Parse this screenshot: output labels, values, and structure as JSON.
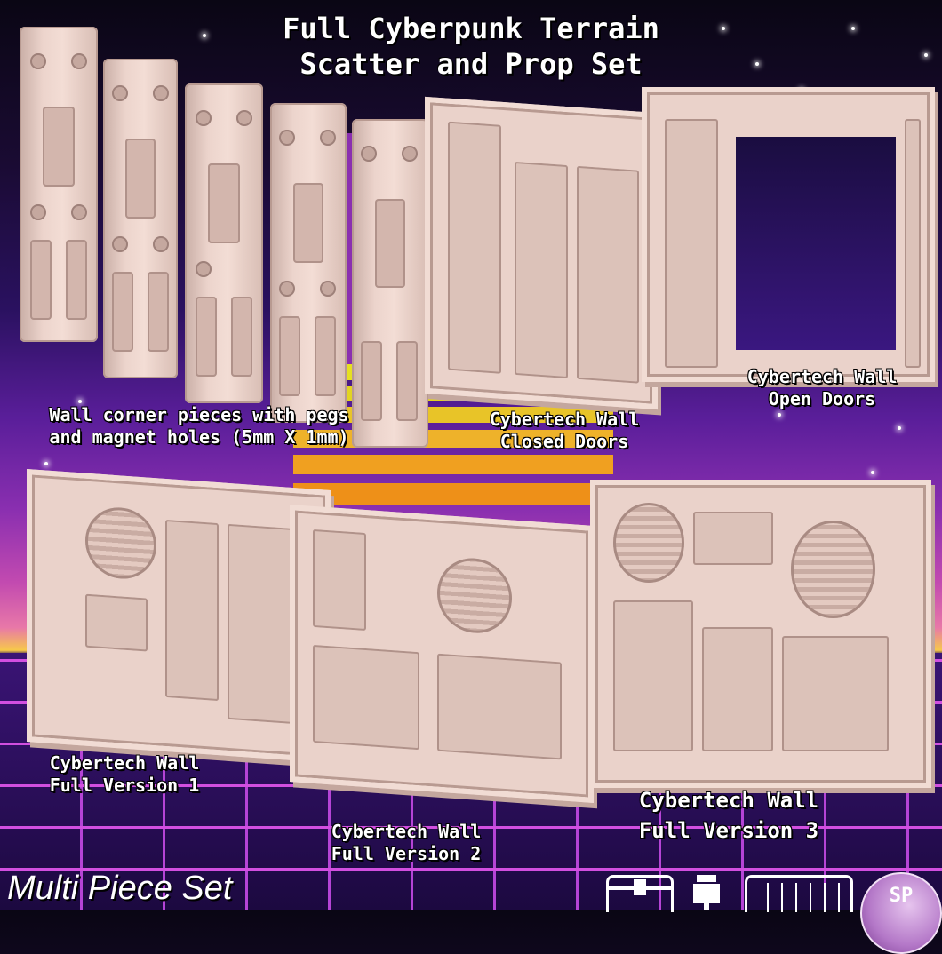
{
  "title": {
    "line1": "Full Cyberpunk Terrain",
    "line2": "Scatter and Prop Set"
  },
  "labels": {
    "corner_pieces": {
      "line1": "Wall corner pieces with pegs",
      "line2": "and magnet holes (5mm X 1mm)"
    },
    "closed_doors": {
      "line1": "Cybertech Wall",
      "line2": "Closed Doors"
    },
    "open_doors": {
      "line1": "Cybertech Wall",
      "line2": "Open Doors"
    },
    "full_v1": {
      "line1": "Cybertech Wall",
      "line2": "Full Version 1"
    },
    "full_v2": {
      "line1": "Cybertech Wall",
      "line2": "Full Version 2"
    },
    "full_v3": {
      "line1": "Cybertech Wall",
      "line2": "Full Version 3"
    }
  },
  "footer": {
    "tagline": "Multi Piece Set",
    "icons": [
      "3d-printer-icon",
      "resin-printer-icon",
      "supports-icon",
      "brand-logo"
    ],
    "logo_text": "SP"
  },
  "colors": {
    "sky_top": "#0a0614",
    "sky_mid": "#5a1e9a",
    "horizon_pink": "#e878a8",
    "grid_line": "#d24fe0",
    "grid_floor": "#2a0f55",
    "sun_yellow": "#e6e020",
    "sun_orange": "#f0a020",
    "model_resin": "#ead2ca"
  }
}
